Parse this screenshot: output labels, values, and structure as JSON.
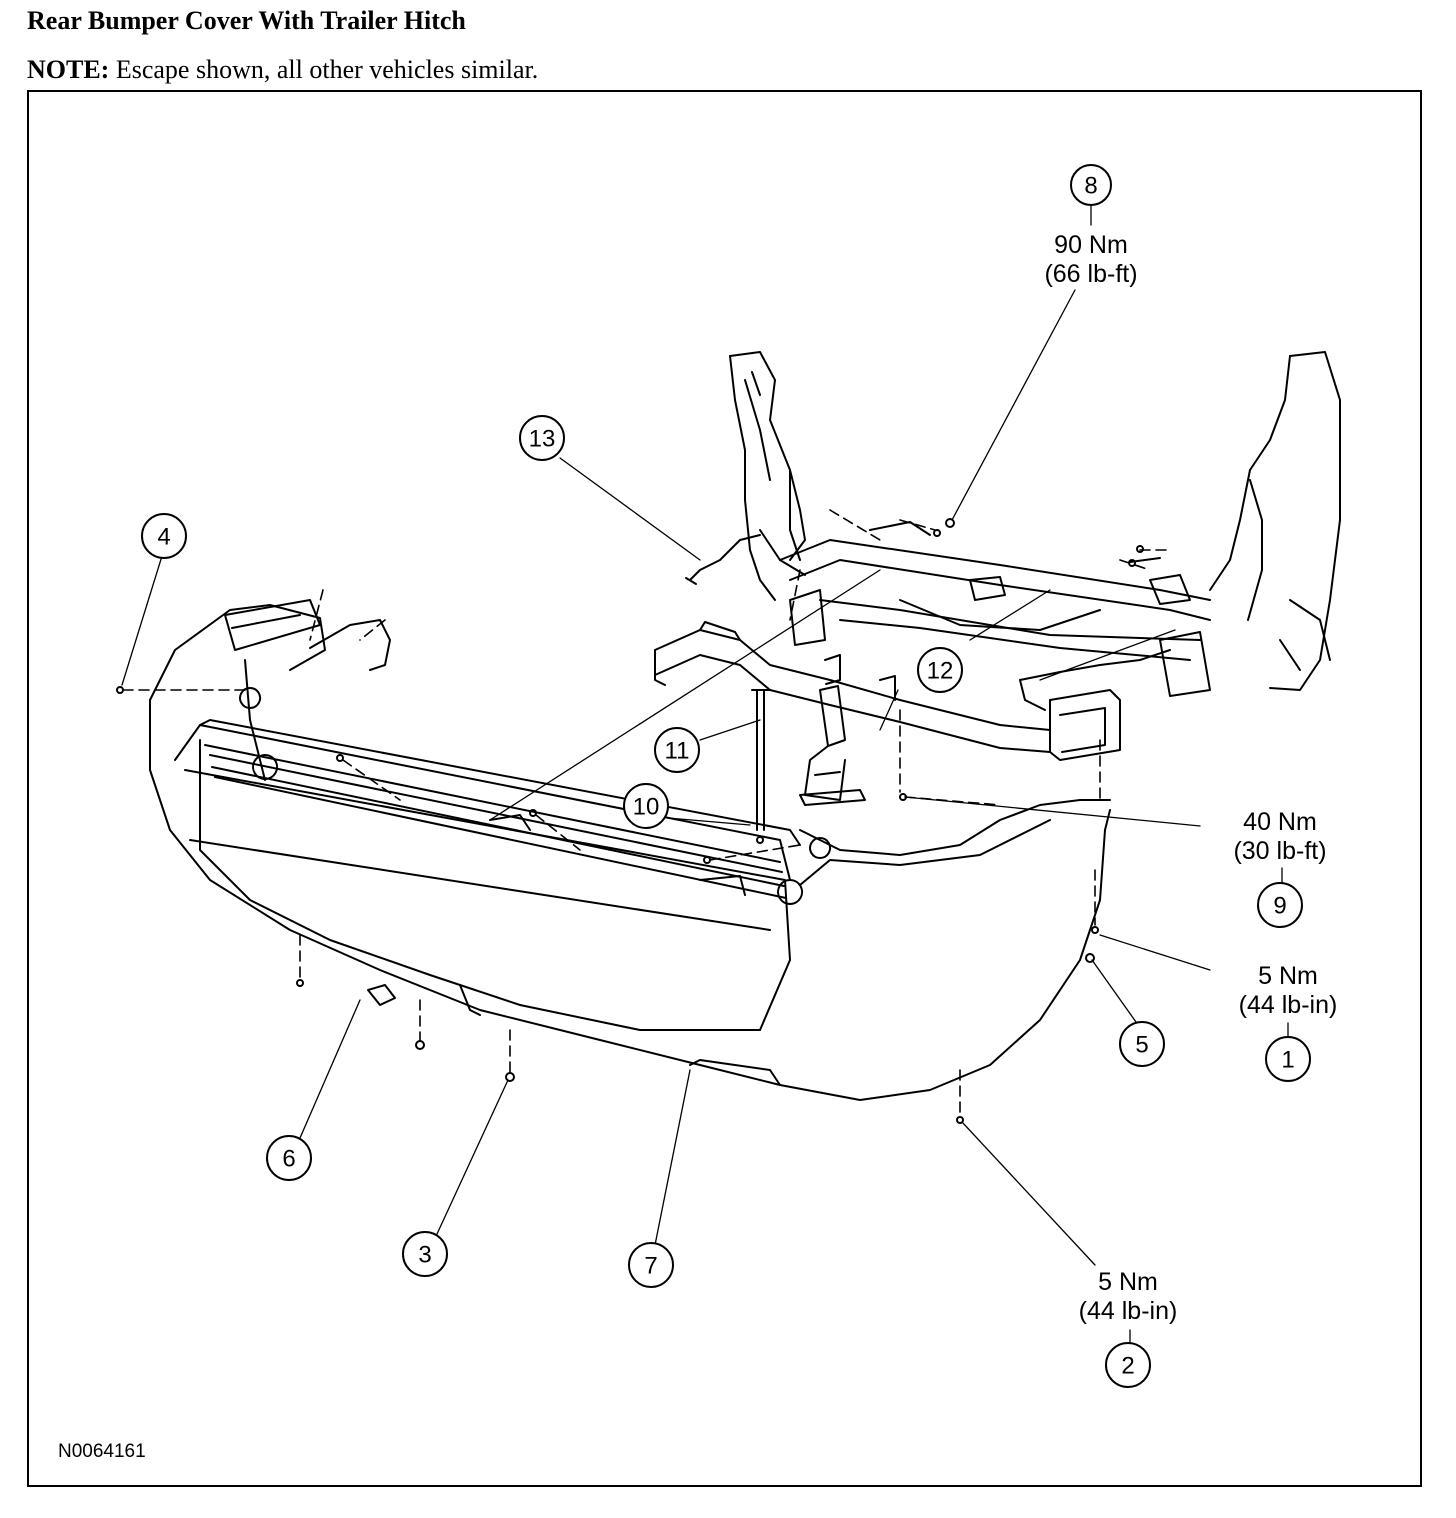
{
  "header": {
    "title": "Rear Bumper Cover With Trailer Hitch",
    "note_label": "NOTE:",
    "note_text": " Escape shown, all other vehicles similar."
  },
  "figure_id": "N0064161",
  "callouts": {
    "c1": "1",
    "c2": "2",
    "c3": "3",
    "c4": "4",
    "c5": "5",
    "c6": "6",
    "c7": "7",
    "c8": "8",
    "c9": "9",
    "c10": "10",
    "c11": "11",
    "c12": "12",
    "c13": "13"
  },
  "torque_specs": {
    "item8": {
      "metric": "90 Nm",
      "imperial": "(66 lb-ft)"
    },
    "item9": {
      "metric": "40 Nm",
      "imperial": "(30 lb-ft)"
    },
    "item1": {
      "metric": "5 Nm",
      "imperial": "(44 lb-in)"
    },
    "item2": {
      "metric": "5 Nm",
      "imperial": "(44 lb-in)"
    }
  }
}
